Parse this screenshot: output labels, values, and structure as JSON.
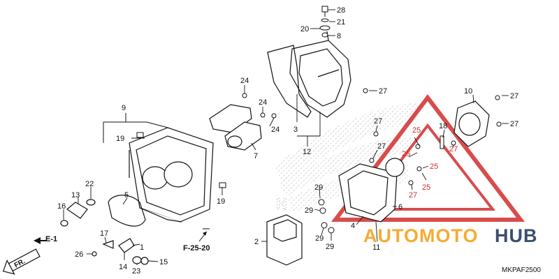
{
  "callouts": {
    "c28": "28",
    "c21": "21",
    "c20": "20",
    "c8": "8",
    "c24a": "24",
    "c24b": "24",
    "c24c": "24",
    "c27a": "27",
    "c27b": "27",
    "c27c": "27",
    "c27d": "27",
    "c27e": "27",
    "c27f": "27",
    "c10": "10",
    "c9": "9",
    "c19a": "19",
    "c19b": "19",
    "c3": "3",
    "c7": "7",
    "c12": "12",
    "c18": "18",
    "c25a": "25",
    "c25b": "25",
    "c25c": "25",
    "c25d": "25",
    "c22": "22",
    "c13": "13",
    "c16": "16",
    "c5": "5",
    "c29a": "29",
    "c29b": "29",
    "c29c": "29",
    "c29d": "29",
    "c6": "6",
    "c4": "4",
    "c11": "11",
    "c17": "17",
    "c1": "1",
    "c26": "26",
    "c14": "14",
    "c23": "23",
    "c15": "15",
    "c2": "2"
  },
  "refs": {
    "e1": "E-1",
    "f2520": "F-25-20",
    "fr": "FR."
  },
  "watermark": {
    "auto": "AUTOMOTO",
    "hub": "HUB"
  },
  "diagram_code": "MKPAF2500",
  "colors": {
    "line": "#111111",
    "red": "#d22d2d",
    "wm_orange": "#f5a623",
    "wm_navy": "#3b4f6e",
    "hatch": "#b9b9b9"
  }
}
